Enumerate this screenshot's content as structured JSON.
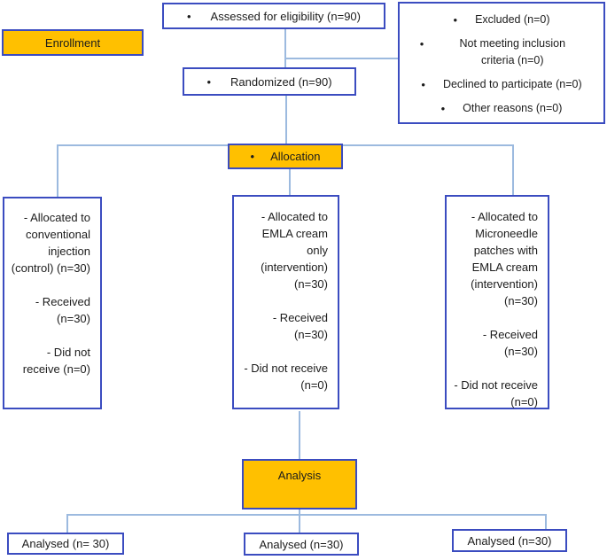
{
  "colors": {
    "accent_orange": "#FFC000",
    "box_border_blue": "#3B4CC0",
    "connector_blue": "#9CBADF"
  },
  "bullet": "•",
  "stages": {
    "enrollment": "Enrollment",
    "allocation": "Allocation",
    "analysis": "Analysis"
  },
  "top_flow": {
    "assessed": "Assessed for eligibility (n=90)",
    "randomized": "Randomized (n=90)"
  },
  "excluded": {
    "items": [
      "Excluded (n=0)",
      "Not meeting inclusion criteria (n=0)",
      "Declined to participate (n=0)",
      "Other reasons (n=0)"
    ]
  },
  "allocation_groups": {
    "control": "- Allocated to\nconventional\ninjection\n(control) (n=30)\n\n- Received\n(n=30)\n\n- Did not\nreceive (n=0)",
    "emla": "- Allocated to\nEMLA cream\nonly\n(intervention)\n(n=30)\n\n- Received (n=30)\n\n- Did not receive\n(n=0)",
    "microneedle": "- Allocated to\nMicroneedle\npatches with\nEMLA cream\n(intervention)\n(n=30)\n\n- Received\n(n=30)\n\n- Did not receive\n(n=0)"
  },
  "analysed": {
    "control": "Analysed (n= 30)",
    "emla": "Analysed (n=30)",
    "microneedle": "Analysed (n=30)"
  }
}
